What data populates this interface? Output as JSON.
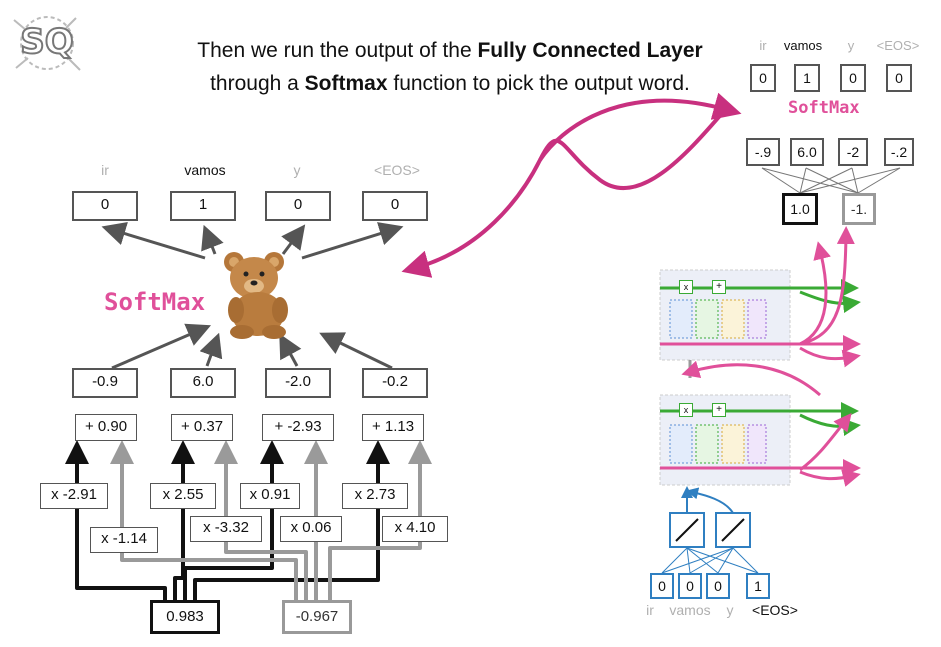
{
  "logo": {
    "text": "SQ"
  },
  "headline": {
    "part1": "Then we run the output of the ",
    "bold1": "Fully Connected Layer",
    "part2": " through a ",
    "bold2": "Softmax",
    "part3": " function to pick the output word."
  },
  "main": {
    "tokens": [
      "ir",
      "vamos",
      "y",
      "<EOS>"
    ],
    "outputs": [
      "0",
      "1",
      "0",
      "0"
    ],
    "softmax_label": "SoftMax",
    "fc_outputs": [
      "-0.9",
      "6.0",
      "-2.0",
      "-0.2"
    ],
    "biases": [
      "+ 0.90",
      "+ 0.37",
      "+ -2.93",
      "+ 1.13"
    ],
    "weights_a": [
      "x -2.91",
      "x 2.55",
      "x 0.91",
      "x 2.73"
    ],
    "weights_b": [
      "x -1.14",
      "x -3.32",
      "x 0.06",
      "x 4.10"
    ],
    "inputs": [
      "0.983",
      "-0.967"
    ]
  },
  "mini": {
    "tokens": [
      "ir",
      "vamos",
      "y",
      "<EOS>"
    ],
    "outputs": [
      "0",
      "1",
      "0",
      "0"
    ],
    "softmax_label": "SoftMax",
    "fc_outputs": [
      "-.9",
      "6.0",
      "-2",
      "-.2"
    ],
    "inputs": [
      "1.0",
      "-1."
    ],
    "one_hot": [
      "0",
      "0",
      "0",
      "1"
    ],
    "bottom_tokens": [
      "ir",
      "vamos",
      "y",
      "<EOS>"
    ]
  },
  "colors": {
    "pink": "#e0509a",
    "green": "#3aaa35",
    "blue": "#2f7fc1",
    "grey": "#9a9a9a",
    "black": "#111111"
  }
}
